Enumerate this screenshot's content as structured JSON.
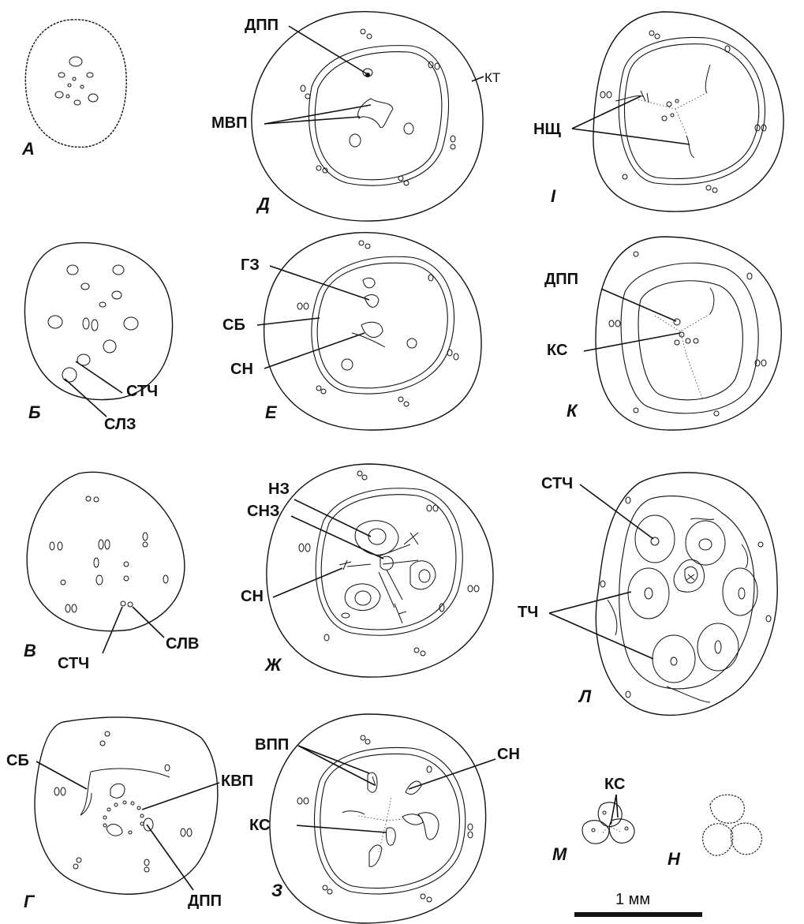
{
  "panels": {
    "A": "А",
    "B": "Б",
    "V": "В",
    "G": "Г",
    "D": "Д",
    "E": "Е",
    "Zh": "Ж",
    "Z": "З",
    "I": "І",
    "K": "К",
    "L": "Л",
    "M": "М",
    "N": "Н"
  },
  "labels": {
    "dpp": "ДПП",
    "mvp": "МВП",
    "kt": "КТ",
    "nsch": "НЩ",
    "gz": "ГЗ",
    "sb": "СБ",
    "sn": "СН",
    "stch": "СТЧ",
    "slz": "СЛЗ",
    "slv": "СЛВ",
    "kvp": "КВП",
    "ks": "КС",
    "nz": "НЗ",
    "snz": "СНЗ",
    "vpp": "ВПП",
    "tch": "ТЧ"
  },
  "scale_bar": {
    "label": "1 мм"
  }
}
